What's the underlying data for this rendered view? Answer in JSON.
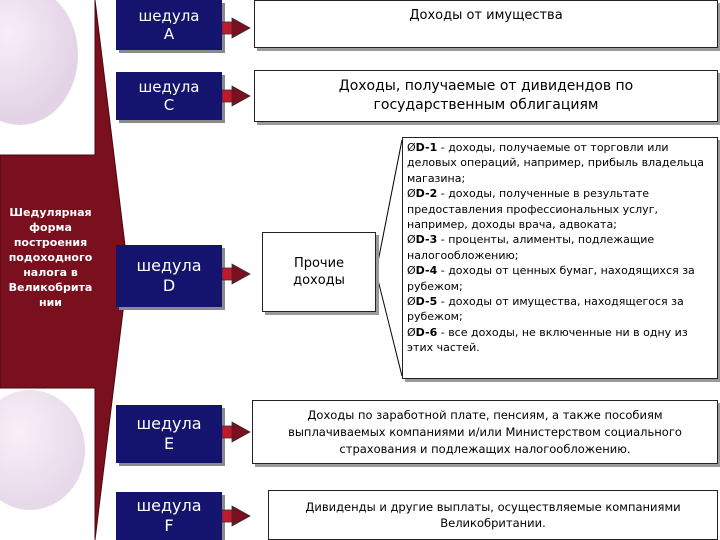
{
  "main": {
    "label_lines": [
      "Шедулярная",
      "форма",
      "построения",
      "подоходного",
      "налога в",
      "Великобрита",
      "нии"
    ]
  },
  "schedules": [
    {
      "line1": "шедула",
      "line2": "A",
      "description_lines": [
        "Доходы от имущества"
      ]
    },
    {
      "line1": "шедула",
      "line2": "C",
      "description_lines": [
        "Доходы, получаемые от дивидендов по",
        "государственным облигациям"
      ]
    },
    {
      "line1": "шедула",
      "line2": "D",
      "description_lines": [
        "Прочие",
        "доходы"
      ]
    },
    {
      "line1": "шедула",
      "line2": "E",
      "description_lines": [
        "Доходы по заработной плате, пенсиям, а также пособиям",
        "выплачиваемых компаниями и/или Министерством социального",
        "страхования и подлежащих налогообложению."
      ]
    },
    {
      "line1": "шедула",
      "line2": "F",
      "description_lines": [
        "Дивиденды и другие выплаты, осуществляемые компаниями",
        "Великобритании."
      ]
    }
  ],
  "d_items": [
    {
      "bullet": "Ø",
      "code": "D-1",
      "text": " - доходы, получаемые от торговли или деловых операций, например, прибыль владельца магазина;"
    },
    {
      "bullet": "Ø",
      "code": "D-2",
      "text": " - доходы, полученные в результате предоставления профессиональных услуг, например, доходы врача, адвоката;"
    },
    {
      "bullet": "Ø",
      "code": "D-3",
      "text": " - проценты, алименты, подлежащие налогообложению;"
    },
    {
      "bullet": "Ø",
      "code": "D-4",
      "text": " - доходы от ценных бумаг, находящихся за рубежом;"
    },
    {
      "bullet": "Ø",
      "code": "D-5",
      "text": " - доходы от имущества, находящегося за рубежом;"
    },
    {
      "bullet": "Ø",
      "code": "D-6",
      "text": " - все доходы, не включенные ни в одну из этих частей."
    }
  ],
  "colors": {
    "arrow": "#7a0f1e",
    "schedule_box": "#14146e",
    "connector_red": "#c0182c"
  }
}
